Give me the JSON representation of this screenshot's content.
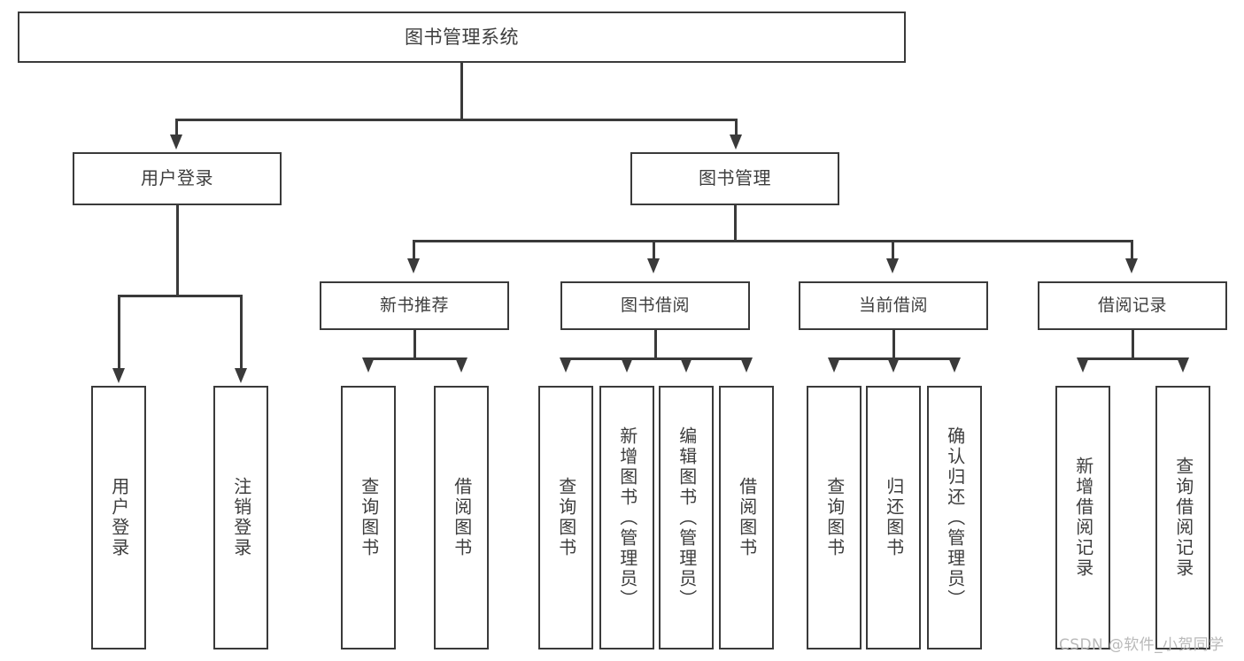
{
  "diagram": {
    "type": "tree",
    "title": "图书管理系统",
    "orientation": "top-down",
    "colors": {
      "stroke": "#3a3a3a",
      "fill": "#ffffff",
      "text": "#3d3d3d",
      "watermark": "#b9b9b9"
    },
    "root": {
      "label": "图书管理系统"
    },
    "level1": [
      {
        "label": "用户登录"
      },
      {
        "label": "图书管理"
      }
    ],
    "level2": [
      {
        "label": "新书推荐"
      },
      {
        "label": "图书借阅"
      },
      {
        "label": "当前借阅"
      },
      {
        "label": "借阅记录"
      }
    ],
    "leaves": {
      "user_login": [
        {
          "label": "用户登录"
        },
        {
          "label": "注销登录"
        }
      ],
      "new_book_recommend": [
        {
          "label": "查询图书"
        },
        {
          "label": "借阅图书"
        }
      ],
      "book_borrow": [
        {
          "label": "查询图书"
        },
        {
          "label": "新增图书（管理员）"
        },
        {
          "label": "编辑图书（管理员）"
        },
        {
          "label": "借阅图书"
        }
      ],
      "current_borrow": [
        {
          "label": "查询图书"
        },
        {
          "label": "归还图书"
        },
        {
          "label": "确认归还（管理员）"
        }
      ],
      "borrow_records": [
        {
          "label": "新增借阅记录"
        },
        {
          "label": "查询借阅记录"
        }
      ]
    }
  },
  "watermark": {
    "text": "CSDN @软件_小贺同学"
  }
}
